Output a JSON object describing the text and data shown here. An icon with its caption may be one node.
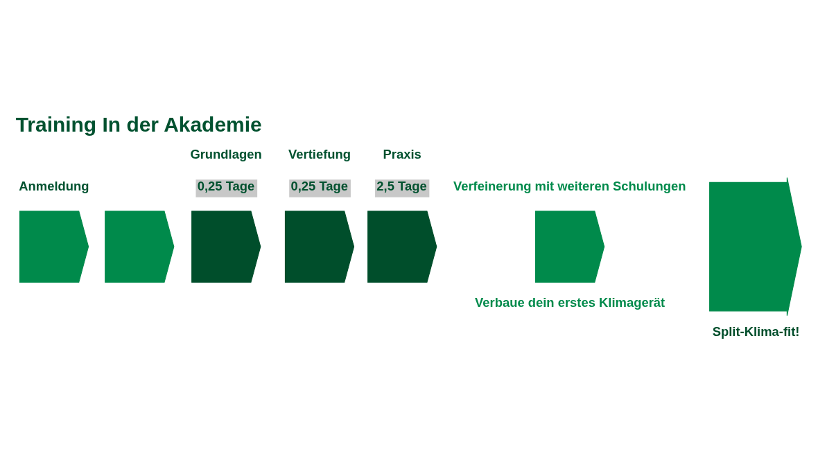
{
  "diagram": {
    "title": "Training In der Akademie",
    "nodes": [
      {
        "text": [],
        "shape": "chevron",
        "beside": [
          "Anmeldung"
        ]
      },
      {
        "text": [],
        "shape": "chevron"
      },
      {
        "text": [],
        "shape": "chevron",
        "beside": [
          "Grundlagen",
          "0,25 Tage"
        ]
      },
      {
        "text": [],
        "shape": "chevron",
        "beside": [
          "Vertiefung",
          "0,25 Tage"
        ]
      },
      {
        "text": [],
        "shape": "chevron",
        "beside": [
          "Praxis",
          "2,5 Tage"
        ]
      },
      {
        "text": [],
        "shape": "chevron",
        "beside": [
          "Verfeinerung mit weiteren Schulungen",
          "Verbaue dein erstes Klimagerät"
        ]
      },
      {
        "text": [],
        "shape": "arrow",
        "beside": [
          "Split-Klima-fit!"
        ]
      }
    ],
    "edges": []
  }
}
